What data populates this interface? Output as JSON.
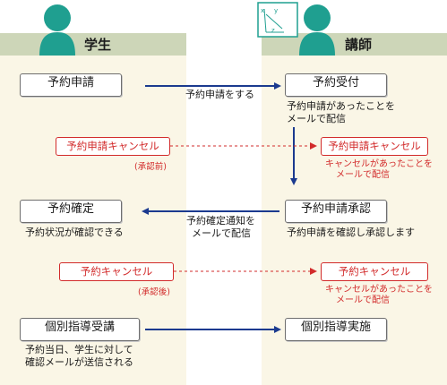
{
  "columns": {
    "student": {
      "title": "学生"
    },
    "teacher": {
      "title": "講師"
    }
  },
  "student_steps": {
    "request": "予約申請",
    "confirmed": "予約確定",
    "confirmed_note": "予約状況が確認できる",
    "attend": "個別指導受講",
    "attend_note_1": "予約当日、学生に対して",
    "attend_note_2": "確認メールが送信される"
  },
  "teacher_steps": {
    "accept": "予約受付",
    "accept_note_1": "予約申請があったことを",
    "accept_note_2": "メールで配信",
    "approve": "予約申請承認",
    "approve_note": "予約申請を確認し承認します",
    "conduct": "個別指導実施"
  },
  "cancellations": {
    "request_cancel": "予約申請キャンセル",
    "request_cancel_condition": "(承認前)",
    "request_cancel_teacher": "予約申請キャンセル",
    "request_cancel_note_1": "キャンセルがあったことを",
    "request_cancel_note_2": "メールで配信",
    "reservation_cancel": "予約キャンセル",
    "reservation_cancel_condition": "(承認後)",
    "reservation_cancel_teacher": "予約キャンセル",
    "reservation_cancel_note_1": "キャンセルがあったことを",
    "reservation_cancel_note_2": "メールで配信"
  },
  "flow_labels": {
    "to_teacher": "予約申請をする",
    "to_student_1": "予約確定通知を",
    "to_student_2": "メールで配信"
  },
  "board_symbols": {
    "x": "x",
    "y": "y",
    "z": "z"
  },
  "colors": {
    "accent_teal": "#1f9f90",
    "header_bg": "#cdd6b8",
    "column_bg": "#faf6e6",
    "arrow_blue": "#1b3a8f",
    "cancel_red": "#d22b2b"
  }
}
